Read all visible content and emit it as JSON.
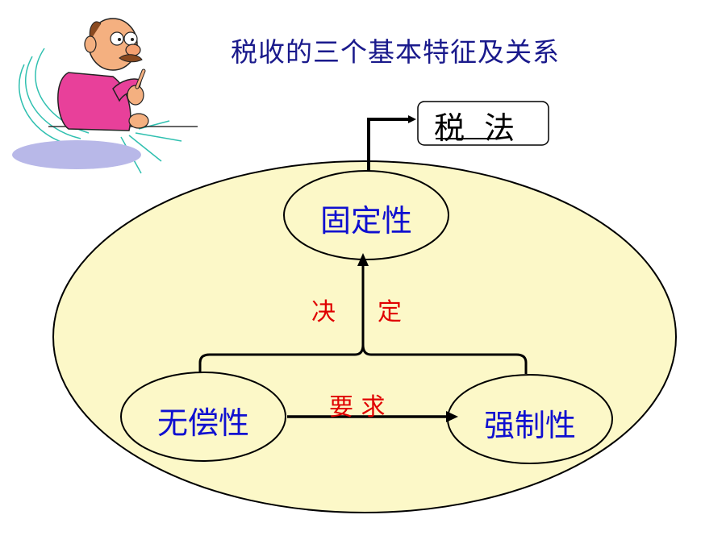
{
  "slide": {
    "title": "税收的三个基本特征及关系"
  },
  "diagram": {
    "law_box": {
      "label": "税  法"
    },
    "nodes": {
      "fixed": "固定性",
      "free": "无偿性",
      "compulsory": "强制性"
    },
    "relations": {
      "determine_left": "决",
      "determine_right": "定",
      "require": "要 求"
    }
  },
  "colors": {
    "title": "#1a1a8c",
    "node_text": "#1010d0",
    "relation_text": "#e00000",
    "big_ellipse_fill": "#fcf8c8",
    "node_fill": "#fcf8c8",
    "clipart_shirt": "#e8409a"
  },
  "icons": [
    "cartoon-man-clipart"
  ]
}
